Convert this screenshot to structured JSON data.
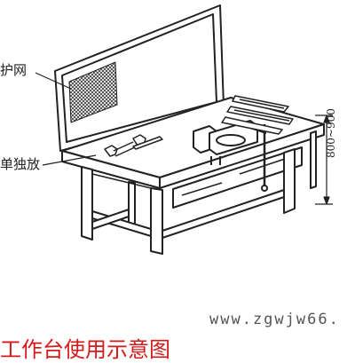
{
  "labels": {
    "net": "护网",
    "tools": "单独放",
    "height": "800~900"
  },
  "watermark": "www.zgwjw66.",
  "caption": "工作台使用示意图",
  "colors": {
    "line": "#222222",
    "caption": "#d21a1a"
  }
}
